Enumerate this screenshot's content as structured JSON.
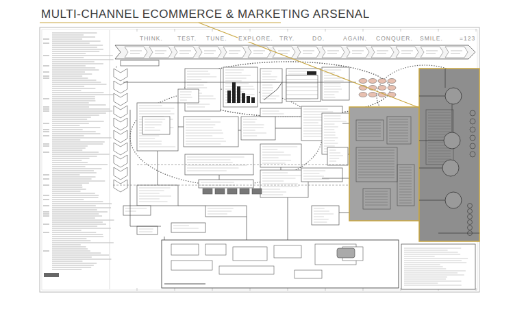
{
  "diagram": {
    "title": "MULTI-CHANNEL ECOMMERCE & MARKETING ARSENAL",
    "labels": [
      "THINK.",
      "TEST.",
      "TUNE.",
      "EXPLORE.",
      "TRY.",
      "DO.",
      "AGAIN.",
      "CONQUER.",
      "SMILE.",
      "=123"
    ]
  }
}
